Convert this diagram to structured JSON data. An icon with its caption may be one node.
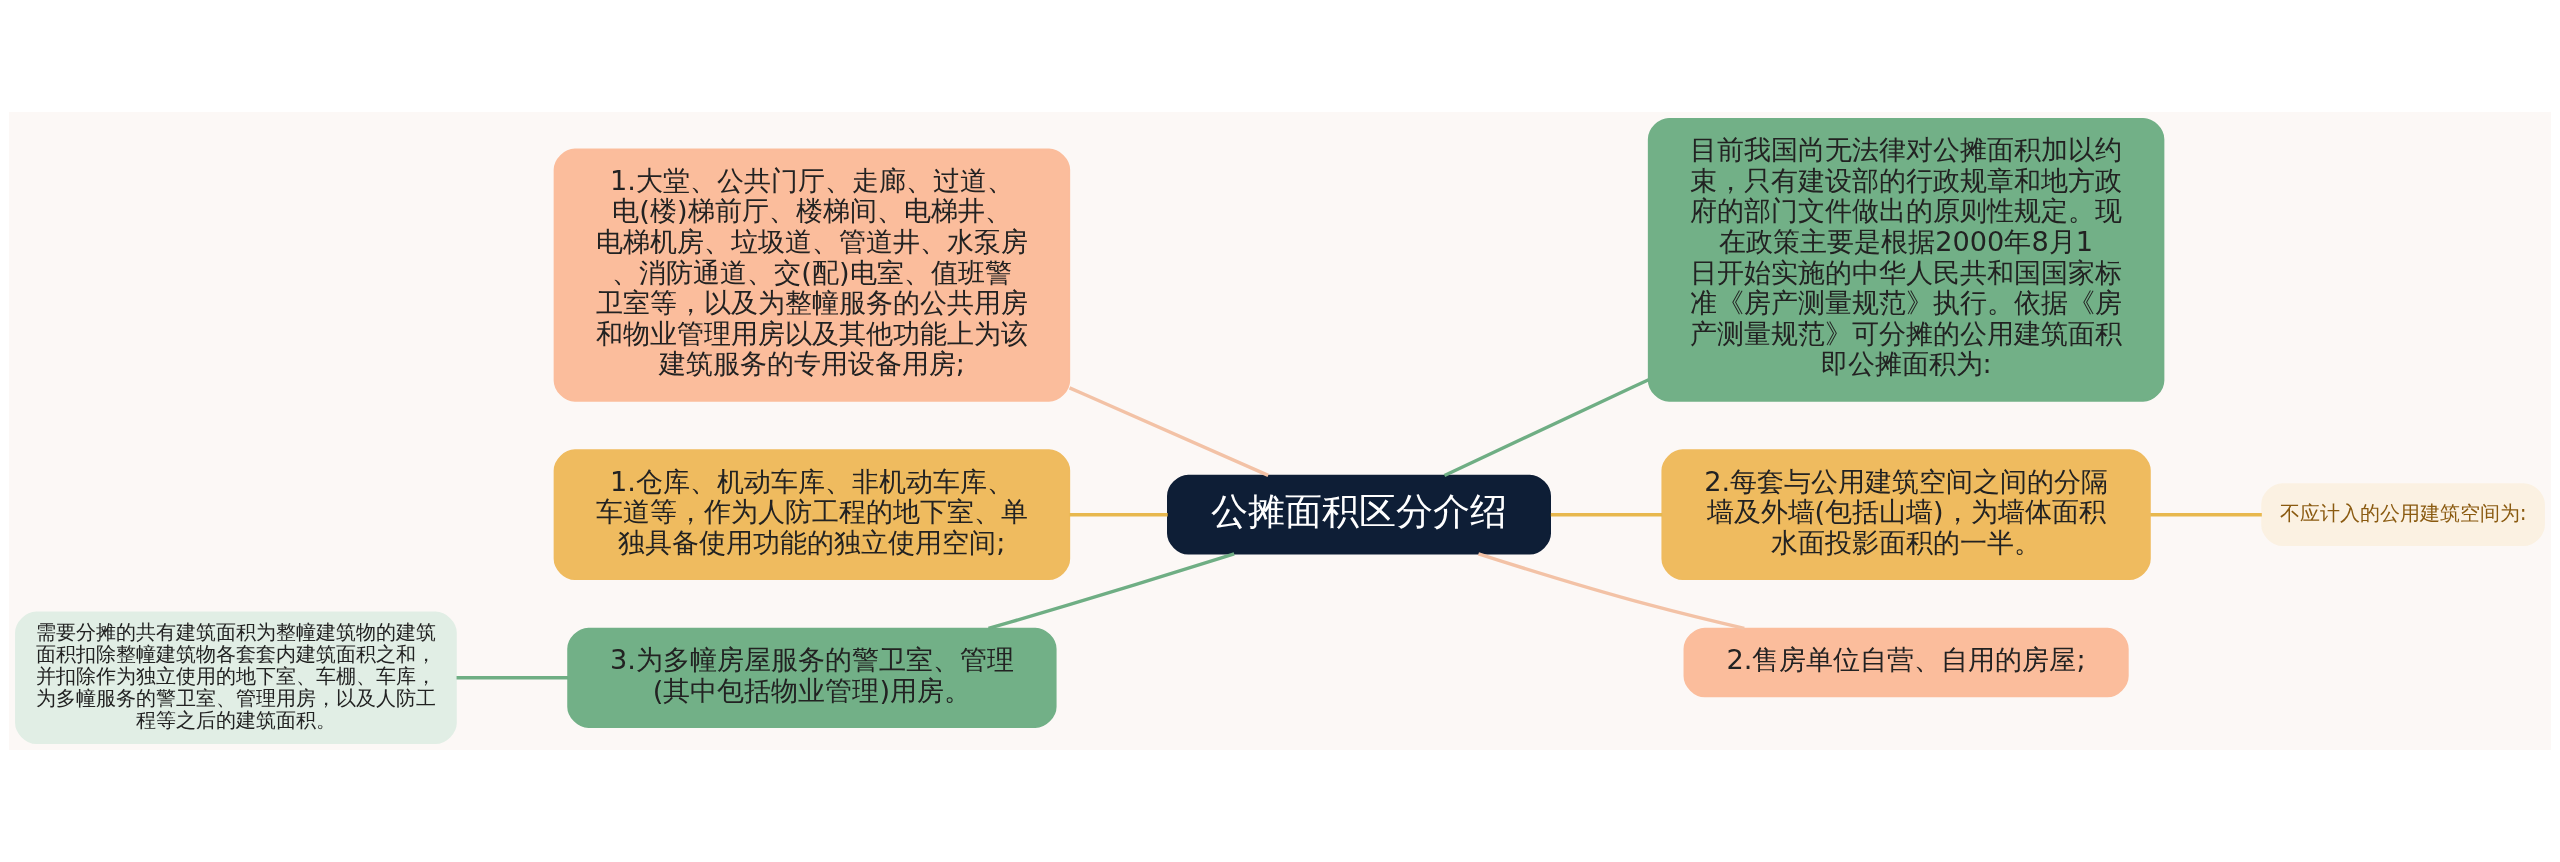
{
  "diagram": {
    "nodes": [
      {
        "text": [
          "公摊面积区分介绍"
        ]
      },
      {
        "text": [
          "1.大堂、公共门厅、走廊、过道、电(楼)梯前厅、楼梯间、电梯井、电梯机房、垃圾道、管道井、水泵房、消防通道、交(配)电室、值班警卫室等，以及为整幢服务的公共用房和物业管理用房以及其他功能上为该建筑服务的专用设备用房;"
        ]
      },
      {
        "text": [
          "目前我国尚无法律对公摊面积加以约束，只有建设部的行政规章和地方政府的部门文件做出的原则性规定。现在政策主要是根据2000年8月1日开始实施的中华人民共和国国家标准《房产测量规范》执行。依据《房产测量规范》可分摊的公用建筑面积即公摊面积为:"
        ]
      },
      {
        "text": [
          "1.仓库、机动车库、非机动车库、车道等，作为人防工程的地下室、单独具备使用功能的独立使用空间;"
        ]
      },
      {
        "text": [
          "2.每套与公用建筑空间之间的分隔墙及外墙(包括山墙)，为墙体面积水面投影面积的一半。"
        ]
      },
      {
        "text": [
          "不应计入的公用建筑空间为:"
        ]
      },
      {
        "text": [
          "需要分摊的共有建筑面积为整幢建筑物的建筑面积扣除整幢建筑物各套套内建筑面积之和，并扣除作为独立使用的地下室、车棚、车库，为多幢服务的警卫室、管理用房，以及人防工程等之后的建筑面积。"
        ]
      },
      {
        "text": [
          "3.为多幢房屋服务的警卫室、管理(其中包括物业管理)用房。"
        ]
      },
      {
        "text": [
          "2.售房单位自营、自用的房屋;"
        ]
      }
    ],
    "edges": [
      {
        "from": 0,
        "to": 1,
        "arrow": "none",
        "color": "#f3c2a6"
      },
      {
        "from": 0,
        "to": 3,
        "arrow": "none",
        "color": "#e8b84e"
      },
      {
        "from": 0,
        "to": 7,
        "arrow": "none",
        "color": "#6fae84"
      },
      {
        "from": 7,
        "to": 6,
        "arrow": "none",
        "color": "#6fae84"
      },
      {
        "from": 0,
        "to": 2,
        "arrow": "none",
        "color": "#6fae84"
      },
      {
        "from": 0,
        "to": 4,
        "arrow": "none",
        "color": "#e8b84e"
      },
      {
        "from": 4,
        "to": 5,
        "arrow": "none",
        "color": "#e8b84e"
      },
      {
        "from": 0,
        "to": 8,
        "arrow": "none",
        "color": "#f3c2a6"
      }
    ]
  }
}
